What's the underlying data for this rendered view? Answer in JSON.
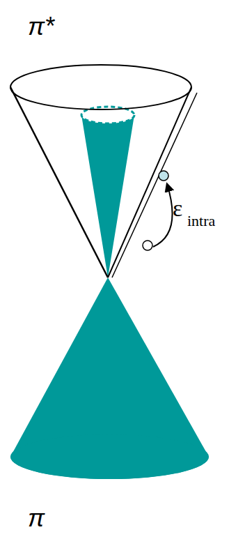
{
  "diagram": {
    "labels": [
      "π*",
      "ε",
      "intra",
      "π"
    ]
  }
}
